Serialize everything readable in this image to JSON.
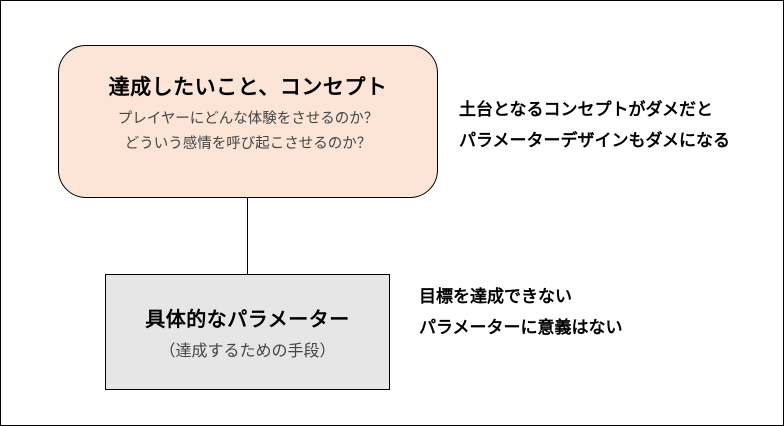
{
  "colors": {
    "concept_fill": "#fce4d6",
    "parameter_fill": "#e7e6e6",
    "border": "#000000"
  },
  "concept_box": {
    "title": "達成したいこと、コンセプト",
    "line1": "プレイヤーにどんな体験をさせるのか？",
    "line2": "どういう感情を呼び起こさせるのか？"
  },
  "parameter_box": {
    "title": "具体的なパラメーター",
    "subtitle": "（達成するための手段）"
  },
  "concept_note": {
    "line1": "土台となるコンセプトがダメだと",
    "line2": "パラメーターデザインもダメになる"
  },
  "parameter_note": {
    "line1": "目標を達成できない",
    "line2": "パラメーターに意義はない"
  }
}
